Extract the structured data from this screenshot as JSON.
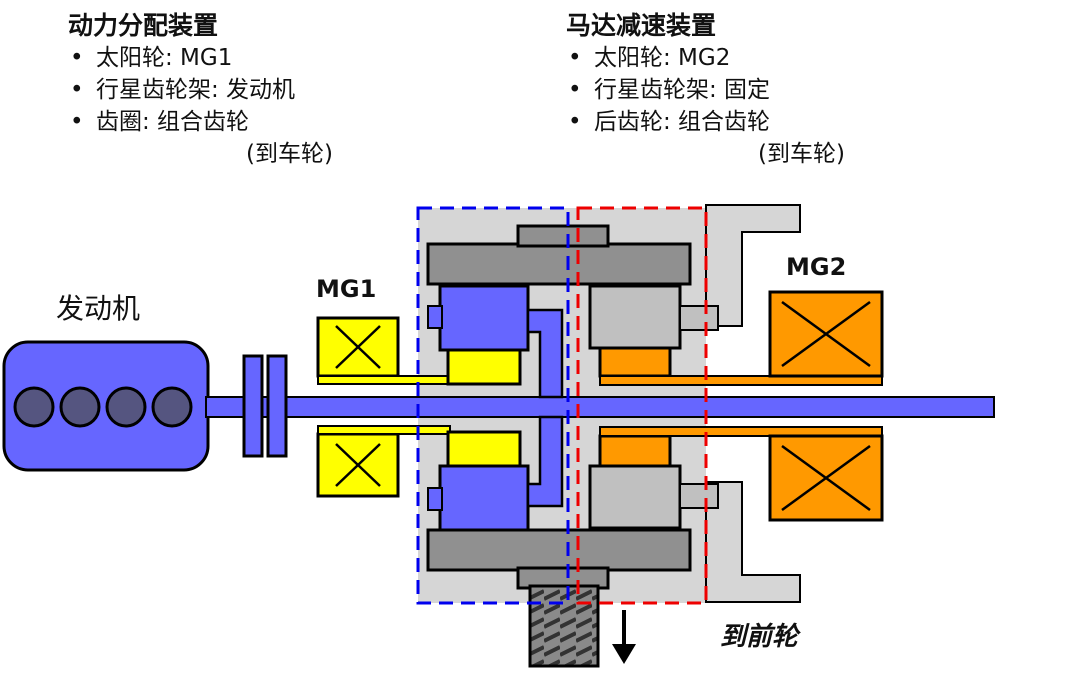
{
  "left_panel": {
    "title": "动力分配装置",
    "items": [
      "太阳轮: MG1",
      "行星齿轮架: 发动机",
      "齿圈: 组合齿轮"
    ],
    "note": "(到车轮)"
  },
  "right_panel": {
    "title": "马达减速装置",
    "items": [
      "太阳轮: MG2",
      "行星齿轮架: 固定",
      "后齿轮: 组合齿轮"
    ],
    "note": "(到车轮)"
  },
  "labels": {
    "engine": "发动机",
    "mg1": "MG1",
    "mg2": "MG2",
    "to_front_wheels": "到前轮"
  },
  "colors": {
    "engine_blue": "#6666ff",
    "shaft_blue": "#6666ff",
    "mg1_yellow": "#ffff00",
    "mg2_orange": "#ff9900",
    "housing_gray": "#d6d6d6",
    "gear_gray": "#909090",
    "pinion_gray": "#c0c0c0",
    "psd_outline": "#0000ee",
    "reduction_outline": "#ee0000"
  }
}
